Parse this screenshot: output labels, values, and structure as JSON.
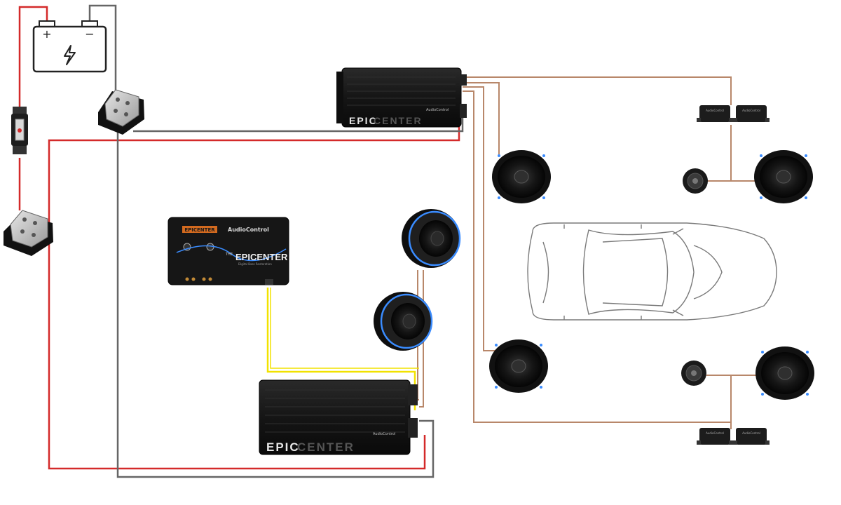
{
  "battery": {
    "plus": "+",
    "minus": "−"
  },
  "amp_main": {
    "brand": "EPIC",
    "brand_faded": "CENTER",
    "maker": "AudioControl"
  },
  "epicenter_unit": {
    "badge": "EPICENTER",
    "maker": "AudioControl",
    "title": "EPICENTER",
    "subtitle": "Digital Bass Restoration",
    "title_prefix": "THE"
  },
  "amp_sub": {
    "brand": "EPIC",
    "brand_faded": "CENTER",
    "maker": "AudioControl"
  },
  "crossover": {
    "label": "AudioControl"
  },
  "colors": {
    "power": "#d42a2a",
    "ground": "#555555",
    "speaker_wire": "#b8876a",
    "rca": "#f2e200",
    "device": "#1c1c1c",
    "accent_blue": "#3a8cff"
  }
}
